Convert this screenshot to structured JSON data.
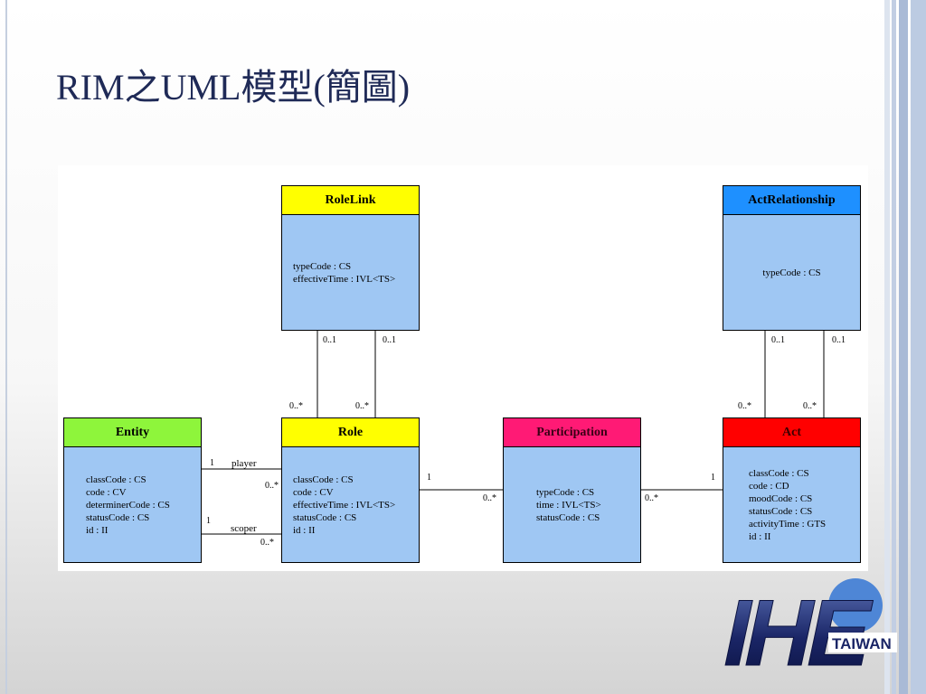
{
  "slide": {
    "title": "RIM之UML模型(簡圖)"
  },
  "diagram": {
    "classes": {
      "rolelink": {
        "name": "RoleLink",
        "color": "#ffff00",
        "attributes": [
          "typeCode : CS",
          "effectiveTime : IVL<TS>"
        ]
      },
      "actrelationship": {
        "name": "ActRelationship",
        "color": "#1e90ff",
        "attributes": [
          "typeCode : CS"
        ]
      },
      "entity": {
        "name": "Entity",
        "color": "#8ef53b",
        "attributes": [
          "classCode : CS",
          "code : CV",
          "determinerCode : CS",
          "statusCode : CS",
          "id : II"
        ]
      },
      "role": {
        "name": "Role",
        "color": "#ffff00",
        "attributes": [
          "classCode : CS",
          "code : CV",
          "effectiveTime : IVL<TS>",
          "statusCode : CS",
          "id : II"
        ]
      },
      "participation": {
        "name": "Participation",
        "color": "#ff1a75",
        "attributes": [
          "typeCode : CS",
          "time : IVL<TS>",
          "statusCode : CS"
        ]
      },
      "act": {
        "name": "Act",
        "color": "#ff0000",
        "attributes": [
          "classCode : CS",
          "code : CD",
          "moodCode : CS",
          "statusCode : CS",
          "activityTime : GTS",
          "id : II"
        ]
      }
    },
    "labels": {
      "rl_left_top": "0..1",
      "rl_right_top": "0..1",
      "rl_left_bottom": "0..*",
      "rl_right_bottom": "0..*",
      "ar_left_top": "0..1",
      "ar_right_top": "0..1",
      "ar_left_bottom": "0..*",
      "ar_right_bottom": "0..*",
      "player_one": "1",
      "player_role": "player",
      "player_many": "0..*",
      "scoper_one": "1",
      "scoper_role": "scoper",
      "scoper_many": "0..*",
      "role_part_one": "1",
      "role_part_many": "0..*",
      "part_act_many": "0..*",
      "part_act_one": "1"
    }
  },
  "logo": {
    "text": "IHE",
    "subtext": "TAIWAN"
  }
}
